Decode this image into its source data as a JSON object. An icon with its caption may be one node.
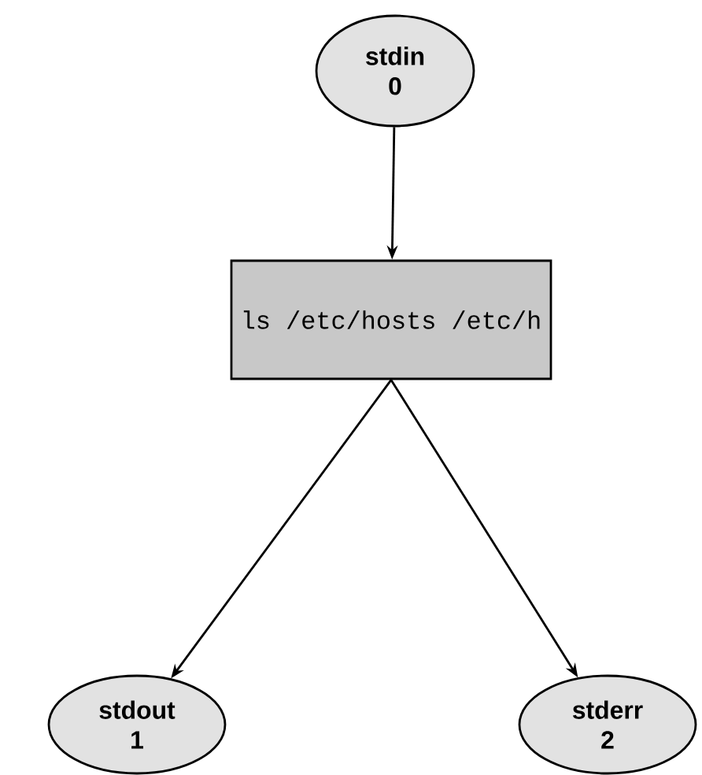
{
  "diagram": {
    "nodes": [
      {
        "text": [
          "stdin",
          "0"
        ]
      },
      {
        "text": [
          "ls /etc/hosts /etc/h"
        ]
      },
      {
        "text": [
          "stdout",
          "1"
        ]
      },
      {
        "text": [
          "stderr",
          "2"
        ]
      }
    ],
    "edges": [
      {
        "from": 0,
        "to": 1,
        "arrow": "to"
      },
      {
        "from": 1,
        "to": 2,
        "arrow": "to"
      },
      {
        "from": 1,
        "to": 3,
        "arrow": "to"
      }
    ]
  }
}
